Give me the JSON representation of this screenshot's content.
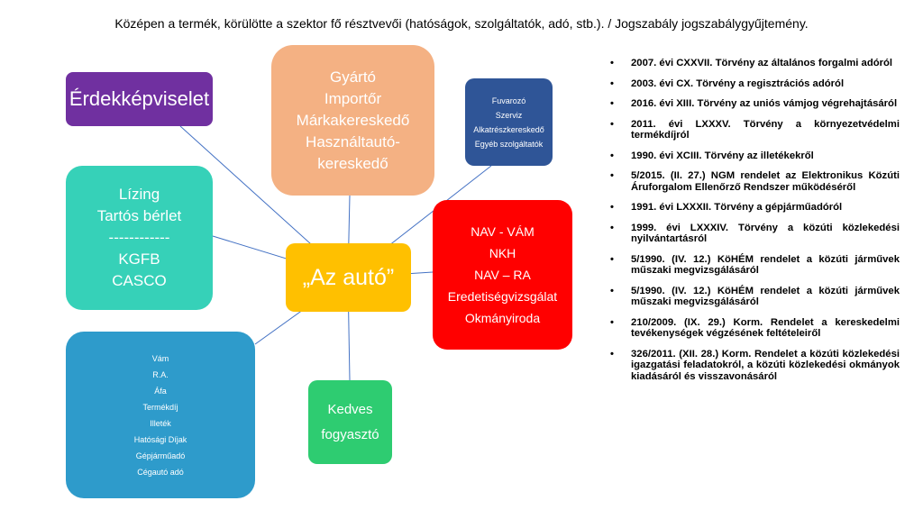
{
  "title": "Középen a termék, körülötte a szektor fő résztvevői (hatóságok, szolgáltatók, adó, stb.). / Jogszabály jogszabálygyűjtemény.",
  "center": {
    "label": "„Az autó”",
    "color": "#FFC000"
  },
  "nodes": {
    "erdekkepviselet": {
      "lines": [
        "Érdekképviselet"
      ],
      "color": "#7030A0"
    },
    "gyarto": {
      "lines": [
        "Gyártó",
        "Importőr",
        "Márkakereskedő",
        "Használtautó-",
        "kereskedő"
      ],
      "color": "#F4B183"
    },
    "szolgaltatok": {
      "lines": [
        "Fuvarozó",
        "Szerviz",
        "Alkatrészkereskedő",
        "Egyéb szolgáltatók"
      ],
      "color": "#2F5597"
    },
    "lizing": {
      "lines": [
        "Lízing",
        "Tartós bérlet",
        "------------",
        "KGFB",
        "CASCO"
      ],
      "color": "#36D1B8"
    },
    "hatosagok": {
      "lines": [
        "NAV - VÁM",
        "NKH",
        "NAV – RA",
        "Eredetiségvizsgálat",
        "Okmányiroda"
      ],
      "color": "#FF0000"
    },
    "adok": {
      "lines": [
        "Vám",
        "R.A.",
        "Áfa",
        "Termékdíj",
        "Illeték",
        "Hatósági Díjak",
        "Gépjárműadó",
        "Cégautó adó"
      ],
      "color": "#2E9BCB"
    },
    "fogyaszto": {
      "lines": [
        "Kedves",
        "fogyasztó"
      ],
      "color": "#2ECC71"
    }
  },
  "laws": [
    "2007. évi CXXVII. Törvény az általános forgalmi adóról",
    "2003. évi CX. Törvény a regisztrációs adóról",
    "2016. évi XIII. Törvény az uniós vámjog végrehajtásáról",
    "2011. évi LXXXV. Törvény a környezetvédelmi termékdíjról",
    "1990. évi XCIII. Törvény az illetékekről",
    "5/2015. (II. 27.) NGM rendelet az Elektronikus Közúti Áruforgalom Ellenőrző Rendszer működéséről",
    "1991. évi LXXXII. Törvény a gépjárműadóról",
    "1999. évi LXXXIV. Törvény a közúti közlekedési nyilvántartásról",
    "5/1990. (IV. 12.) KöHÉM rendelet a közúti járművek műszaki megvizsgálásáról",
    "5/1990. (IV. 12.) KöHÉM rendelet a közúti járművek műszaki megvizsgálásáról",
    "210/2009. (IX. 29.) Korm. Rendelet a kereskedelmi tevékenységek végzésének feltételeiről",
    "326/2011. (XII. 28.) Korm. Rendelet a közúti közlekedési igazgatási feladatokról, a közúti közlekedési okmányok kiadásáról és visszavonásáról"
  ]
}
